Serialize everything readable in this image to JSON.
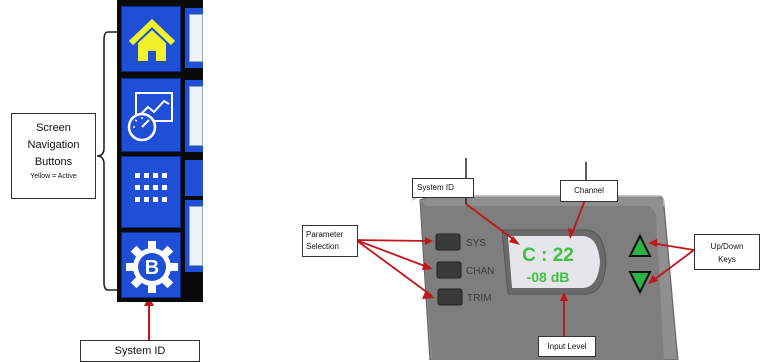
{
  "left_panel": {
    "bracket_label": {
      "line1": "Screen",
      "line2": "Navigation",
      "line3": "Buttons",
      "note": "Yellow = Active"
    },
    "system_id_label": "System ID",
    "nav_buttons": [
      {
        "icon": "home-icon",
        "active": true,
        "color": "#f2f22a"
      },
      {
        "icon": "dashboard-gauge-icon",
        "active": false,
        "color": "#ffffff"
      },
      {
        "icon": "keypad-grid-icon",
        "active": false,
        "color": "#ffffff"
      },
      {
        "icon": "gear-b-icon",
        "active": false,
        "color": "#ffffff",
        "glyph": "B"
      }
    ]
  },
  "device": {
    "buttons": [
      "SYS",
      "CHAN",
      "TRIM"
    ],
    "display": {
      "line1": "C : 22",
      "line2": "-08 dB",
      "text_color": "#3fbf45"
    },
    "arrow_color": "#2bb34a"
  },
  "callouts": {
    "parameter_selection": {
      "line1": "Parameter",
      "line2": "Selection"
    },
    "system_id": "System ID",
    "channel": "Channel",
    "up_down_keys": {
      "line1": "Up/Down",
      "line2": "Keys"
    },
    "input_level": "Input Level"
  },
  "colors": {
    "button_blue": "#1f4fd6",
    "active_yellow": "#f2f22a",
    "arrow_red": "#c0151b",
    "device_gray": "#8f8f8f"
  }
}
